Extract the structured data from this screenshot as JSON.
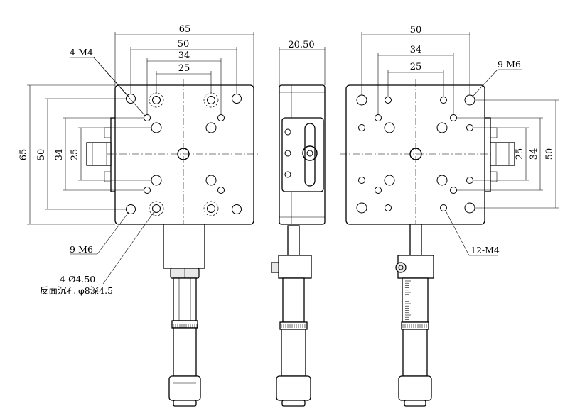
{
  "front_view": {
    "dims": {
      "top_65": "65",
      "top_50": "50",
      "top_34": "34",
      "top_25": "25",
      "left_65": "65",
      "left_50": "50",
      "left_34": "34",
      "left_25": "25"
    },
    "callouts": {
      "m4_holes": "4-M4",
      "m6_holes": "9-M6",
      "counterbore_line1": "4-Ø4.50",
      "counterbore_line2": "反面沉孔 φ8深4.5"
    }
  },
  "side_view": {
    "dims": {
      "width": "20.50"
    }
  },
  "rear_view": {
    "dims": {
      "top_50": "50",
      "top_34": "34",
      "top_25": "25",
      "right_25": "25",
      "right_34": "34",
      "right_50": "50"
    },
    "callouts": {
      "m6_holes": "9-M6",
      "m4_holes": "12-M4"
    }
  }
}
